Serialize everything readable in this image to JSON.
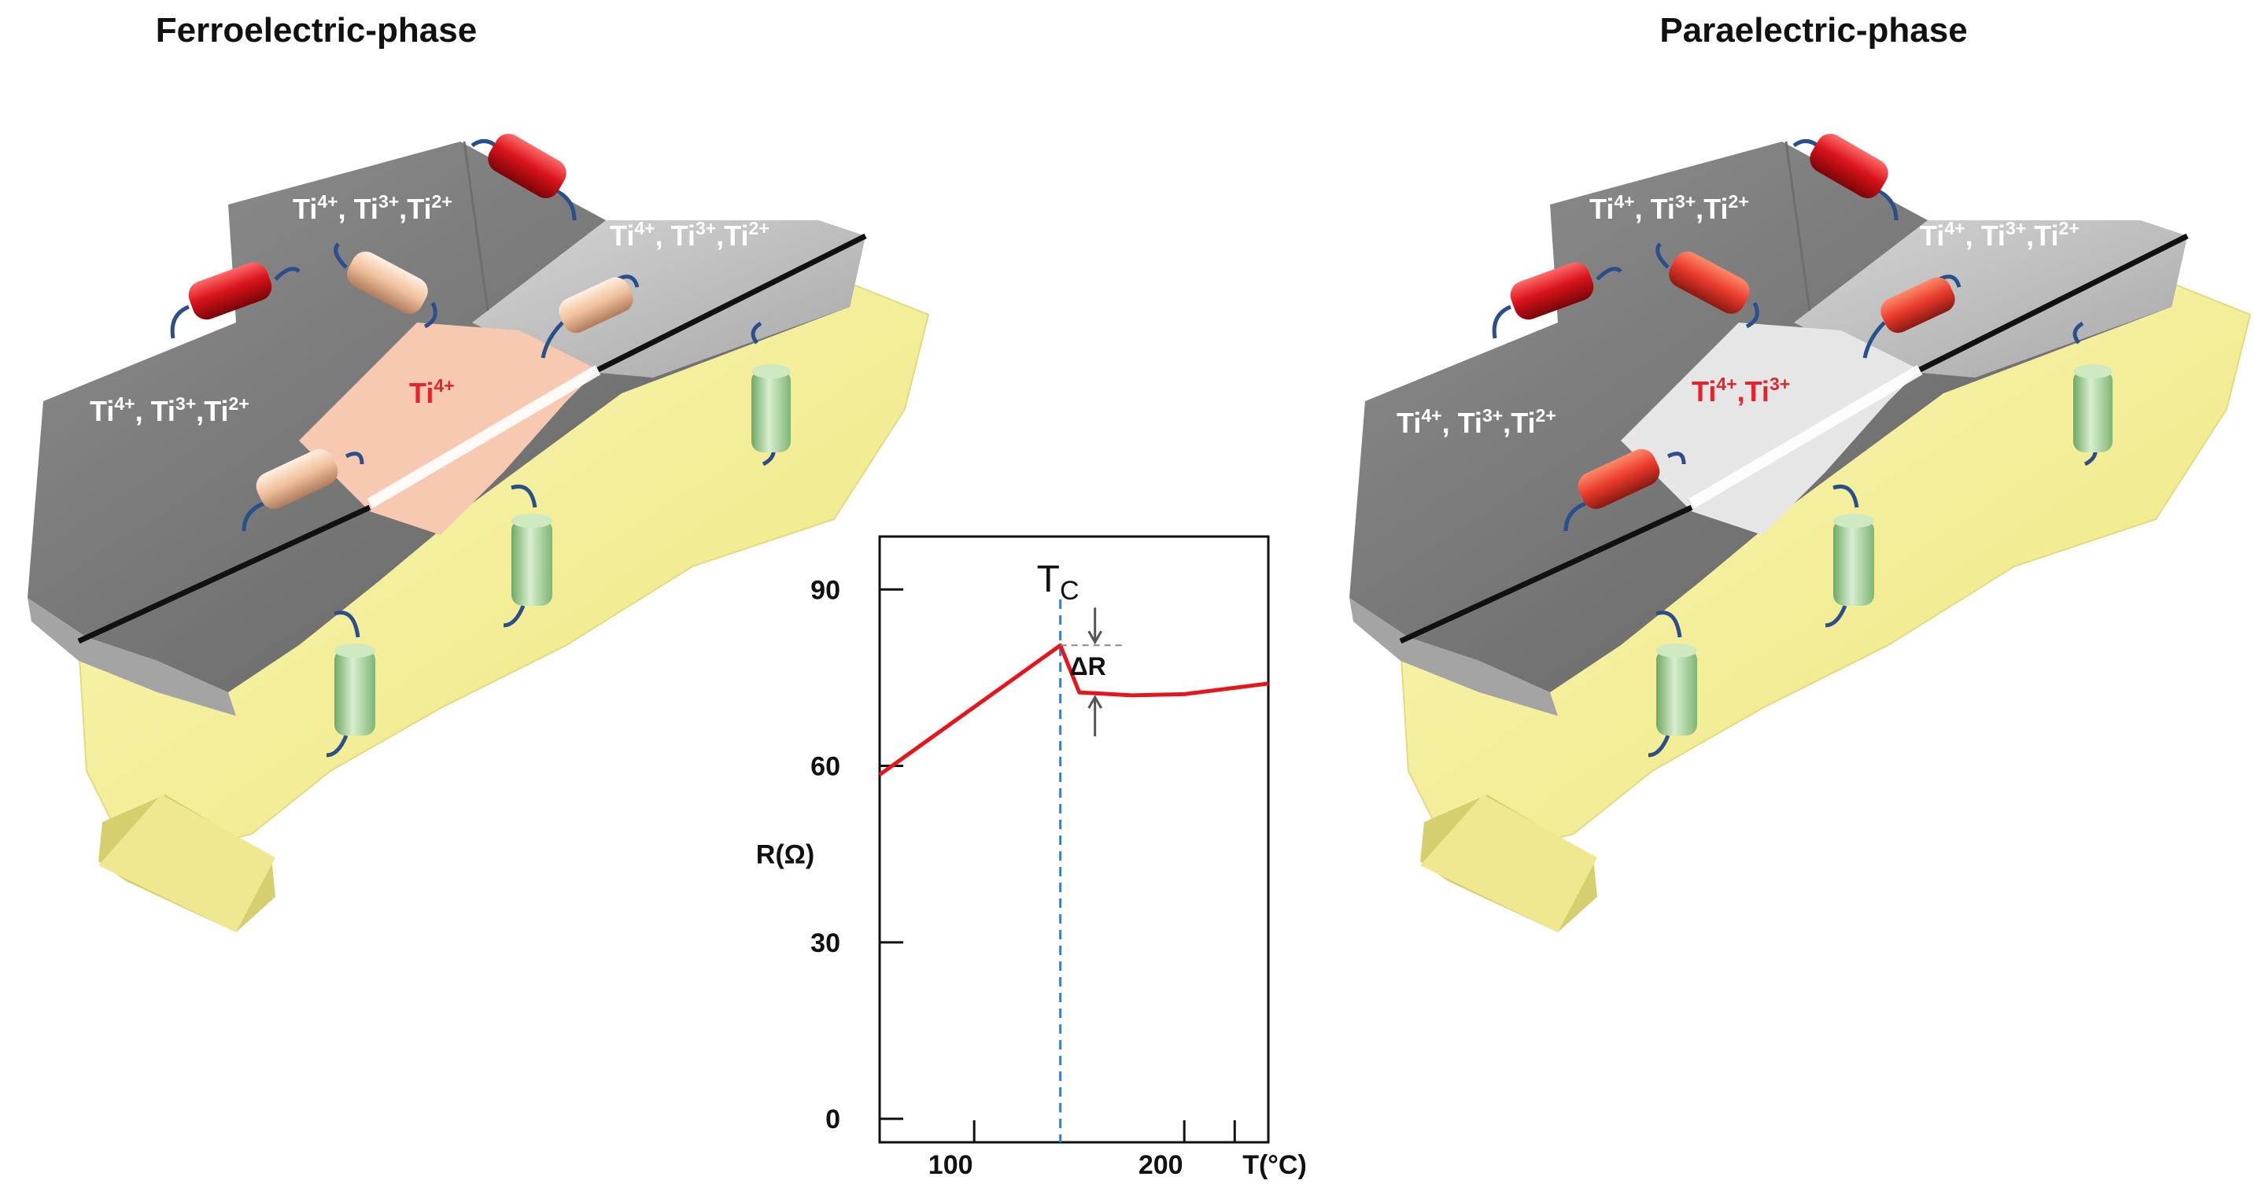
{
  "left_panel": {
    "title": "Ferroelectric-phase",
    "labels": {
      "top": {
        "ions": [
          [
            "Ti",
            "4+"
          ],
          [
            "Ti",
            "3+"
          ],
          [
            "Ti",
            "2+"
          ]
        ],
        "seps": [
          ", ",
          ","
        ]
      },
      "right": {
        "ions": [
          [
            "Ti",
            "4+"
          ],
          [
            "Ti",
            "3+"
          ],
          [
            "Ti",
            "2+"
          ]
        ],
        "seps": [
          ", ",
          ","
        ]
      },
      "left": {
        "ions": [
          [
            "Ti",
            "4+"
          ],
          [
            "Ti",
            "3+"
          ],
          [
            "Ti",
            "2+"
          ]
        ],
        "seps": [
          ", ",
          ","
        ]
      },
      "center": {
        "ions": [
          [
            "Ti",
            "4+"
          ]
        ],
        "seps": []
      }
    },
    "center_color": "#f6c9b0",
    "boundary_cylinder_color": "#f0c4a4"
  },
  "right_panel": {
    "title": "Paraelectric-phase",
    "labels": {
      "top": {
        "ions": [
          [
            "Ti",
            "4+"
          ],
          [
            "Ti",
            "3+"
          ],
          [
            "Ti",
            "2+"
          ]
        ],
        "seps": [
          ", ",
          ","
        ]
      },
      "right": {
        "ions": [
          [
            "Ti",
            "4+"
          ],
          [
            "Ti",
            "3+"
          ],
          [
            "Ti",
            "2+"
          ]
        ],
        "seps": [
          ", ",
          ","
        ]
      },
      "left": {
        "ions": [
          [
            "Ti",
            "4+"
          ],
          [
            "Ti",
            "3+"
          ],
          [
            "Ti",
            "2+"
          ]
        ],
        "seps": [
          ", ",
          ","
        ]
      },
      "center": {
        "ions": [
          [
            "Ti",
            "4+"
          ],
          [
            "Ti",
            "3+"
          ]
        ],
        "seps": [
          ","
        ]
      }
    },
    "center_color": "#e6e6e6",
    "boundary_cylinder_color": "#e8392c"
  },
  "colors": {
    "grain_dark": "#7b7b7b",
    "grain_light": "#c0c0c0",
    "substrate": "#f6f29a",
    "substrate_side": "#d8d27a",
    "cylinder_red": "#d9141b",
    "cylinder_green": "#a9d39a",
    "wire": "#2b4f8a",
    "curve": "#e8141b",
    "tc_line": "#3a7fd0"
  },
  "chart_data": {
    "type": "line",
    "x": [
      55,
      141,
      150,
      175,
      200,
      240
    ],
    "series": [
      {
        "values": [
          58.5,
          80.5,
          72.5,
          72,
          72.2,
          74
        ]
      }
    ],
    "xlabel": "T(°C)",
    "ylabel": "R(Ω)",
    "xlim": [
      55,
      240
    ],
    "ylim": [
      -4,
      99
    ],
    "xticks": [
      100,
      200
    ],
    "yticks": [
      0,
      30,
      60,
      90
    ],
    "tc_label_main": "T",
    "tc_label_sub": "C",
    "tc_x": 141,
    "delta_label": "ΔR",
    "delta_top": 80.5,
    "delta_bottom": 72.5,
    "grid": false
  }
}
